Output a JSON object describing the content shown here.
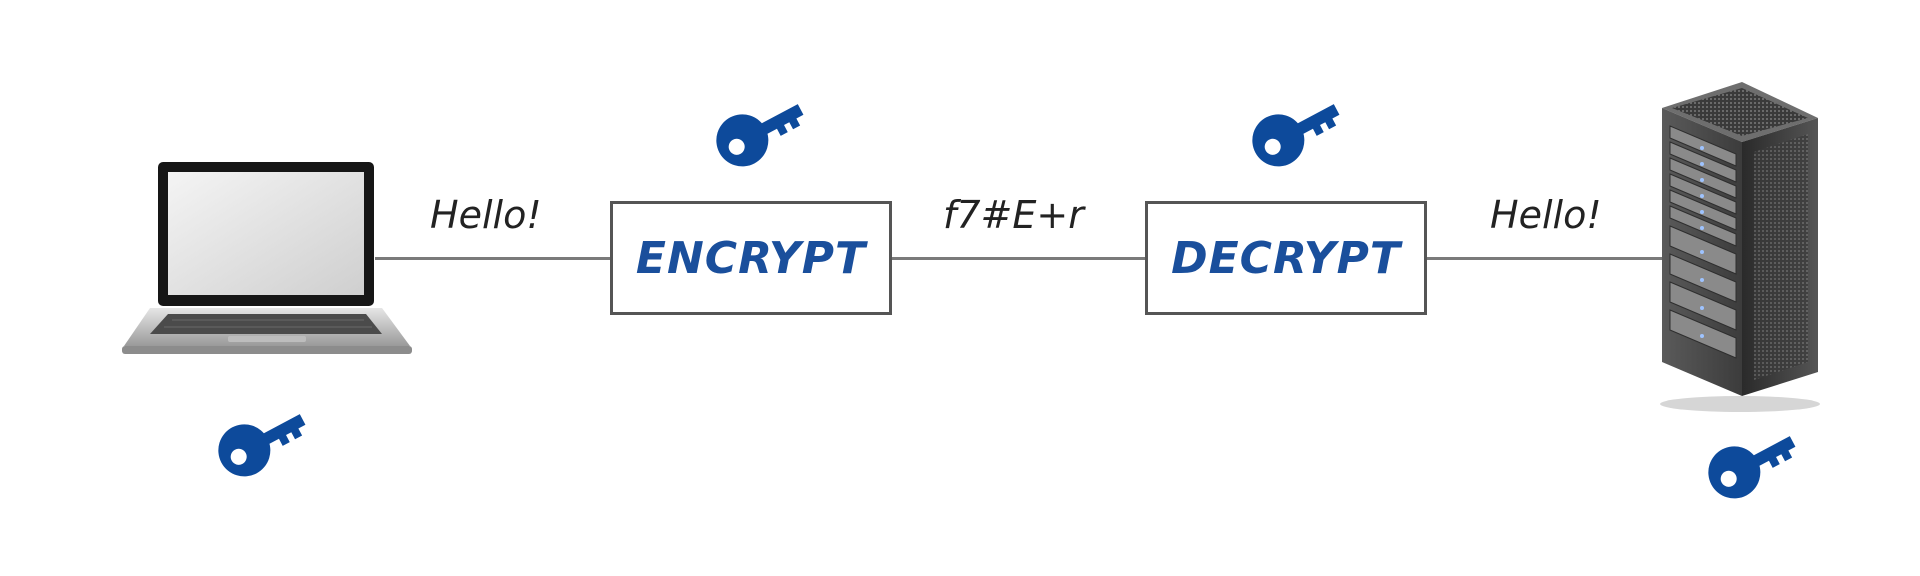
{
  "diagram": {
    "sender": {
      "device": "laptop-icon",
      "message": "Hello!"
    },
    "encrypt": {
      "label": "ENCRYPT"
    },
    "ciphertext": "f7#E+r",
    "decrypt": {
      "label": "DECRYPT"
    },
    "receiver": {
      "device": "server-icon",
      "message": "Hello!"
    },
    "keys": [
      "key-icon",
      "key-icon",
      "key-icon",
      "key-icon"
    ]
  },
  "colors": {
    "accent": "#1a4f9c",
    "key": "#0d4a9b",
    "line": "#7a7a7a",
    "box_border": "#555555",
    "text": "#222222"
  }
}
